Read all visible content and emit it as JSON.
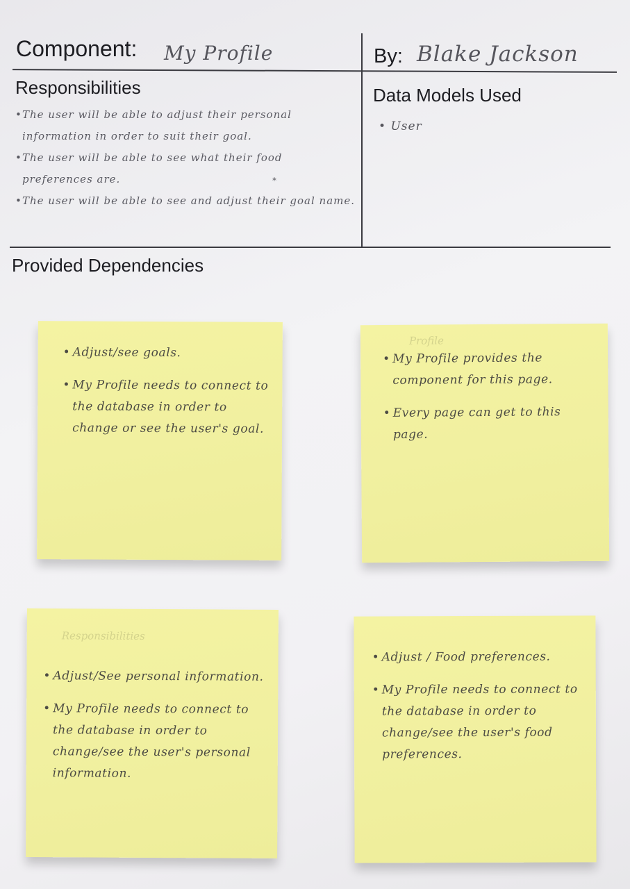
{
  "card": {
    "component_label": "Component:",
    "component_value": "My Profile",
    "by_label": "By:",
    "by_value": "Blake Jackson",
    "responsibilities_heading": "Responsibilities",
    "responsibilities": [
      "The user will be able to adjust their personal information in order to suit their goal.",
      "The user will be able to see what their food preferences are.",
      "The user will be able to see and adjust their goal name."
    ],
    "data_models_heading": "Data Models Used",
    "data_models": [
      "User"
    ],
    "dependencies_heading": "Provided Dependencies"
  },
  "notes": [
    {
      "items": [
        "Adjust/see goals.",
        "My Profile needs to connect to the database in order to change or see the user's goal."
      ]
    },
    {
      "items": [
        "My Profile provides the component for this page.",
        "Every page can get to this page."
      ]
    },
    {
      "items": [
        "Adjust/See personal information.",
        "My Profile needs to connect to the database in order to change/see the user's personal information."
      ]
    },
    {
      "items": [
        "Adjust / Food preferences.",
        "My Profile needs to connect to the database in order to change/see the user's food preferences."
      ]
    }
  ],
  "colors": {
    "paper": "#f2f1f4",
    "sticky_note": "#f2f1a0",
    "ink_printed": "#1d1d22",
    "ink_pencil": "#55555c"
  }
}
